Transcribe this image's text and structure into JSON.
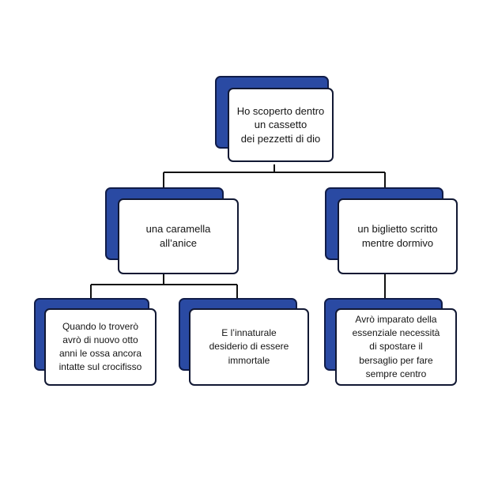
{
  "colors": {
    "shadow": "#2a4aa3",
    "border": "#111833",
    "line": "#111111"
  },
  "tree": {
    "root": {
      "text": "Ho scoperto dentro\nun cassetto\ndei pezzetti di dio"
    },
    "left": {
      "text": "una caramella\nall’anice"
    },
    "right": {
      "text": "un biglietto scritto\nmentre dormivo"
    },
    "left_a": {
      "text": "Quando lo troverò\navrò di nuovo otto\nanni le ossa ancora\nintatte sul crocifisso"
    },
    "left_b": {
      "text": "E l’innaturale\ndesiderio di essere\nimmortale"
    },
    "right_a": {
      "text": "Avrò imparato della\nessenziale necessità\ndi spostare il\nbersaglio per fare\nsempre centro"
    }
  }
}
